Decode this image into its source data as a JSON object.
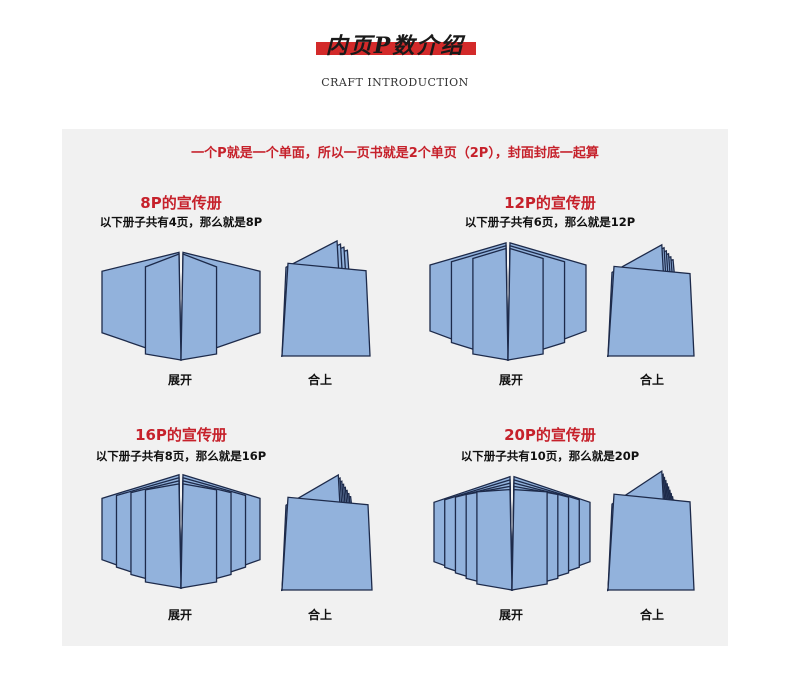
{
  "header": {
    "title_calligraphy": "内页P数介绍",
    "subtitle": "CRAFT INTRODUCTION",
    "accent_color": "#d32a2a"
  },
  "note": "一个P就是一个单面，所以一页书就是2个单页（2P），封面封底一起算",
  "sections": [
    {
      "title": "8P的宣传册",
      "desc": "以下册子共有4页，那么就是8P",
      "open_label": "展开",
      "closed_label": "合上",
      "leaves": 4
    },
    {
      "title": "12P的宣传册",
      "desc": "以下册子共有6页，那么就是12P",
      "open_label": "展开",
      "closed_label": "合上",
      "leaves": 6
    },
    {
      "title": "16P的宣传册",
      "desc": "以下册子共有8页，那么就是16P",
      "open_label": "展开",
      "closed_label": "合上",
      "leaves": 8
    },
    {
      "title": "20P的宣传册",
      "desc": "以下册子共有10页，那么就是20P",
      "open_label": "展开",
      "closed_label": "合上",
      "leaves": 10
    }
  ],
  "colors": {
    "page_fill": "#92b2dc",
    "page_stroke": "#1d2a4a",
    "title_red": "#c6212b",
    "panel_bg": "#f1f1f1"
  }
}
